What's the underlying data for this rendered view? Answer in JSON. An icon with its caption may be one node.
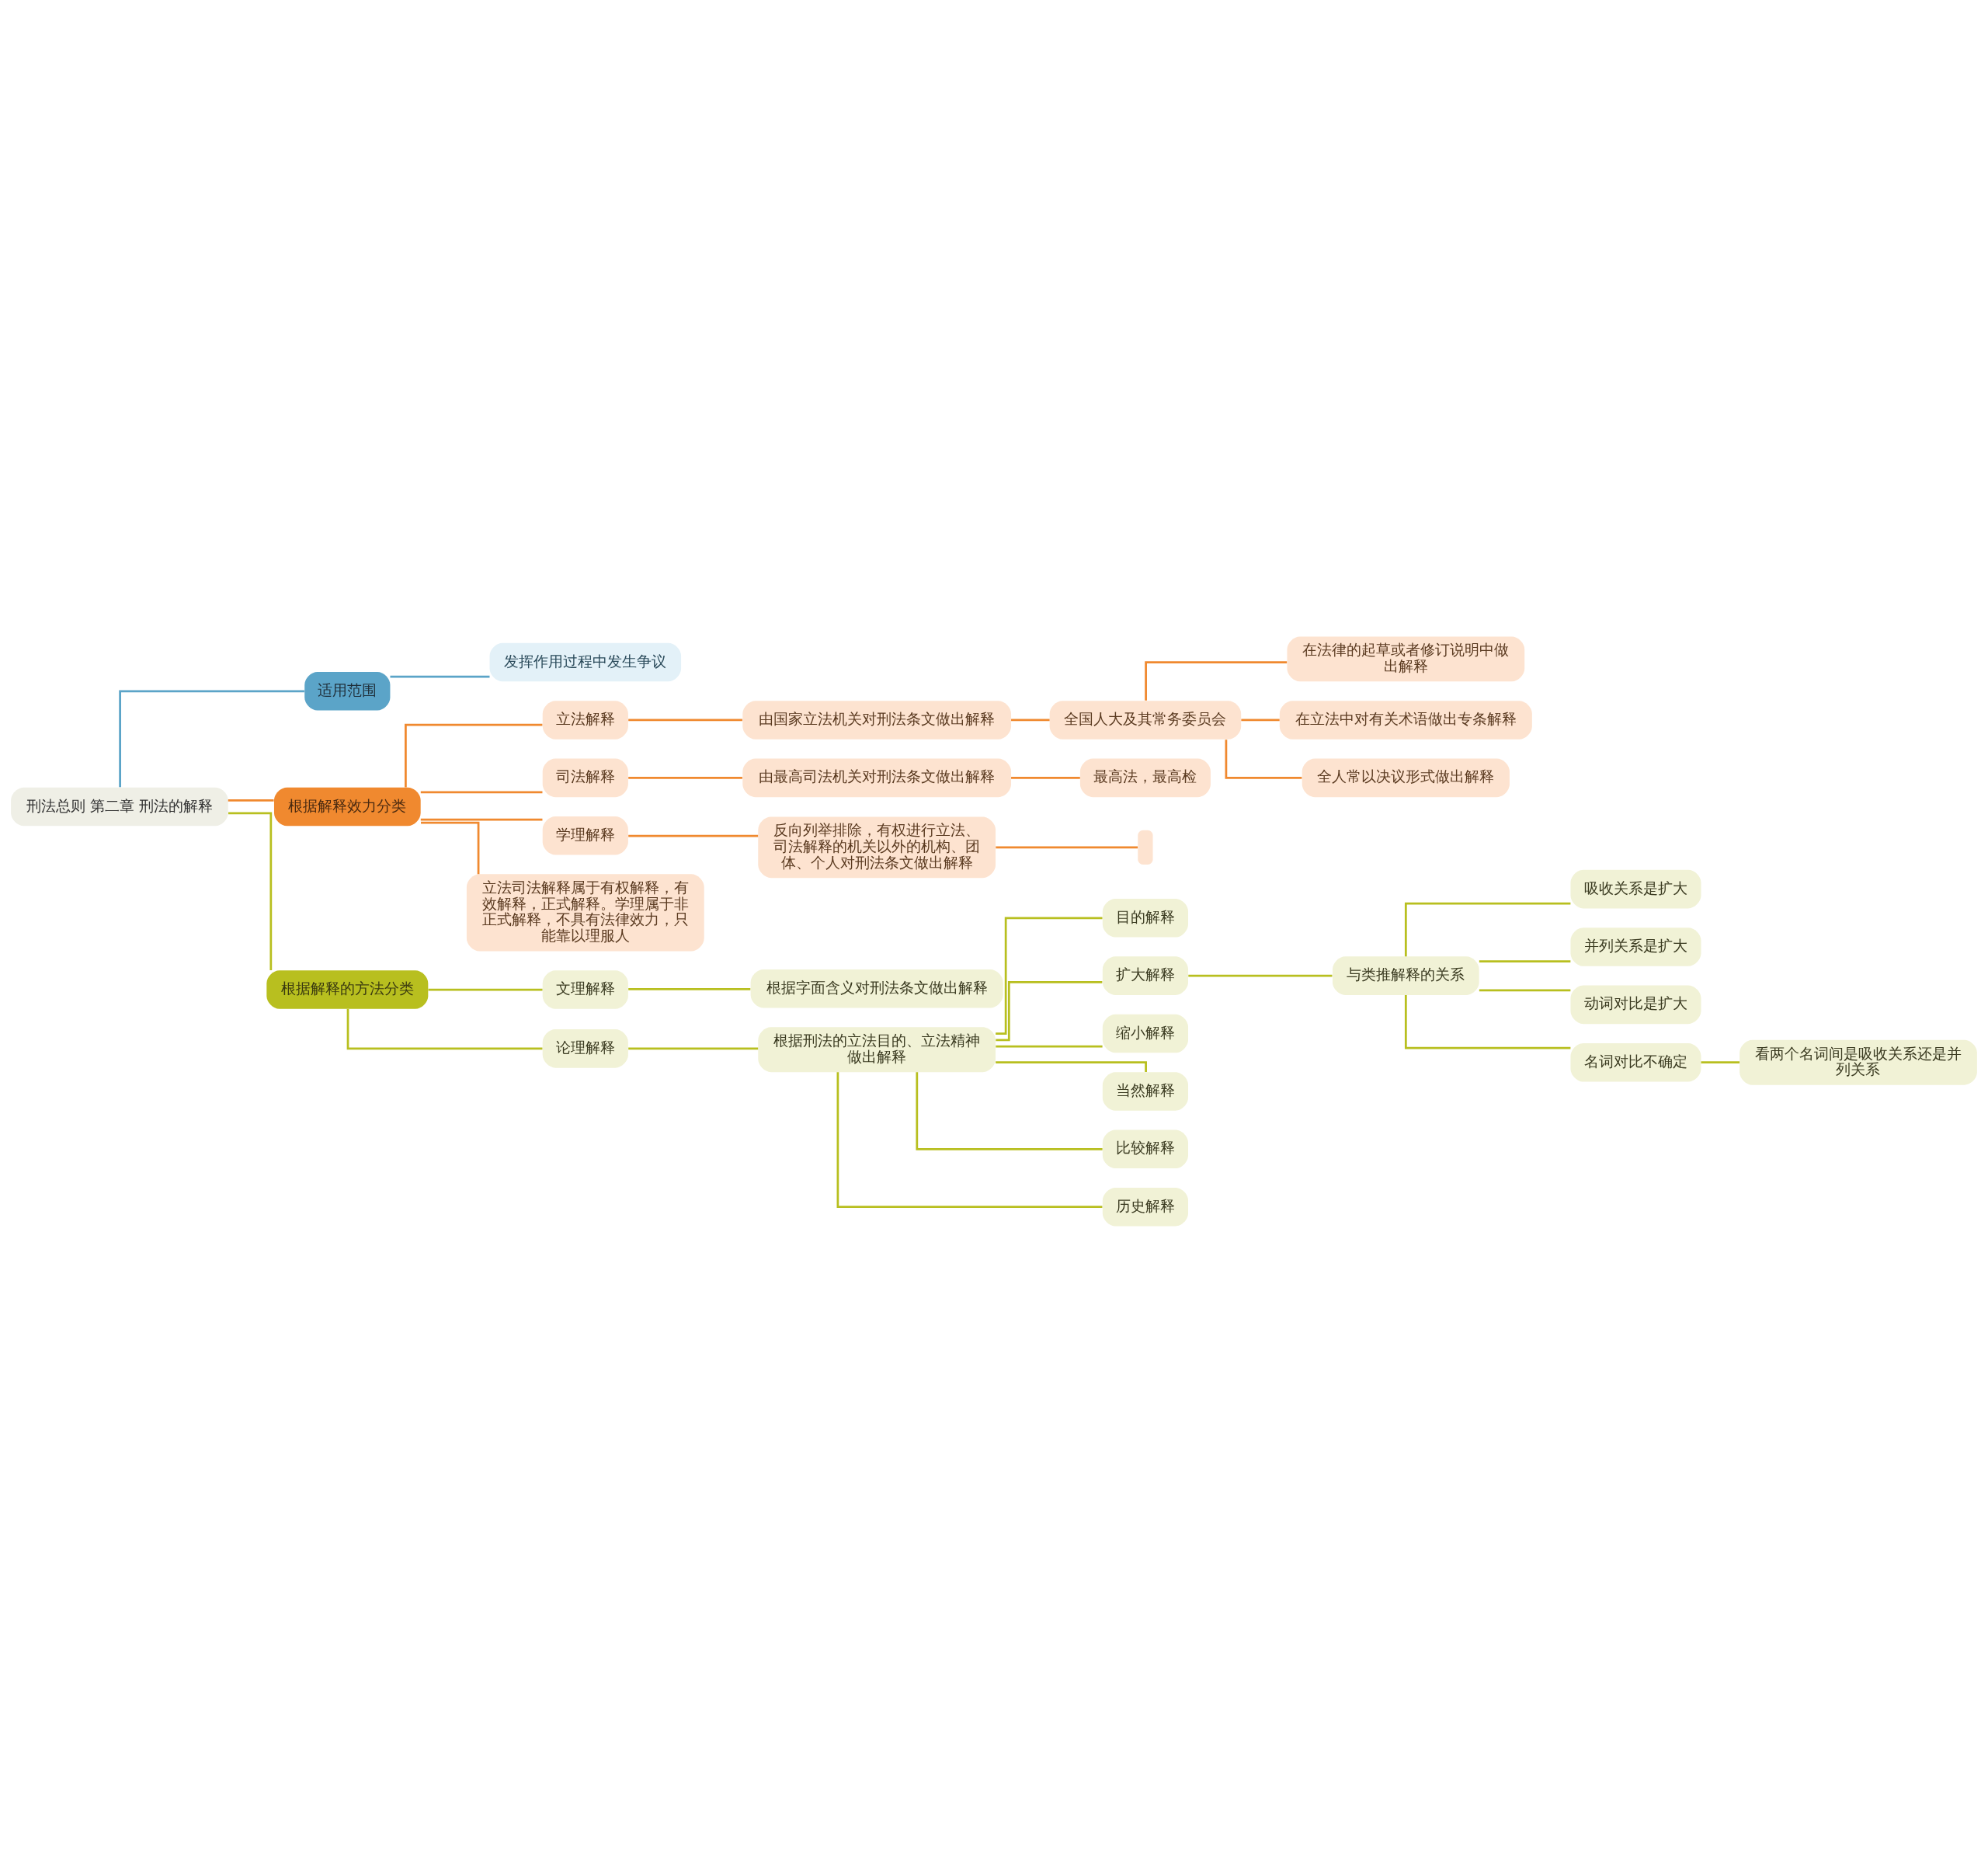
{
  "diagram": {
    "nodes": [
      {
        "text": [
          "刑法总则 第二章 刑法的解释"
        ]
      },
      {
        "text": [
          "适用范围"
        ]
      },
      {
        "text": [
          "发挥作用过程中发生争议"
        ]
      },
      {
        "text": [
          "根据解释效力分类"
        ]
      },
      {
        "text": [
          "立法解释"
        ]
      },
      {
        "text": [
          "由国家立法机关对刑法条文做出解释"
        ]
      },
      {
        "text": [
          "全国人大及其常务委员会"
        ]
      },
      {
        "text": [
          "在法律的起草或者修订说明中做出解释"
        ]
      },
      {
        "text": [
          "在立法中对有关术语做出专条解释"
        ]
      },
      {
        "text": [
          "全人常以决议形式做出解释"
        ]
      },
      {
        "text": [
          "司法解释"
        ]
      },
      {
        "text": [
          "由最高司法机关对刑法条文做出解释"
        ]
      },
      {
        "text": [
          "最高法，最高检"
        ]
      },
      {
        "text": [
          "学理解释"
        ]
      },
      {
        "text": [
          "反向列举排除，有权进行立法、司法解释的机关以外的机构、团体、个人对刑法条文做出解释"
        ]
      },
      {
        "text": [],
        "shape": "box"
      },
      {
        "text": [
          "立法司法解释属于有权解释，有效解释，正式解释。学理属于非正式解释，不具有法律效力，只能靠以理服人"
        ]
      },
      {
        "text": [
          "根据解释的方法分类"
        ]
      },
      {
        "text": [
          "文理解释"
        ]
      },
      {
        "text": [
          "根据字面含义对刑法条文做出解释"
        ]
      },
      {
        "text": [
          "论理解释"
        ]
      },
      {
        "text": [
          "根据刑法的立法目的、立法精神做出解释"
        ]
      },
      {
        "text": [
          "目的解释"
        ]
      },
      {
        "text": [
          "扩大解释"
        ]
      },
      {
        "text": [
          "与类推解释的关系"
        ]
      },
      {
        "text": [
          "吸收关系是扩大"
        ]
      },
      {
        "text": [
          "并列关系是扩大"
        ]
      },
      {
        "text": [
          "动词对比是扩大"
        ]
      },
      {
        "text": [
          "名词对比不确定"
        ]
      },
      {
        "text": [
          "看两个名词间是吸收关系还是并列关系"
        ]
      },
      {
        "text": [
          "缩小解释"
        ]
      },
      {
        "text": [
          "当然解释"
        ]
      },
      {
        "text": [
          "比较解释"
        ]
      },
      {
        "text": [
          "历史解释"
        ]
      }
    ],
    "edges": [
      {
        "from": 0,
        "to": 1,
        "arrow": "none",
        "color": "#5ba4c8"
      },
      {
        "from": 1,
        "to": 2,
        "arrow": "none",
        "color": "#5ba4c8"
      },
      {
        "from": 0,
        "to": 3,
        "arrow": "none",
        "color": "#f0892f"
      },
      {
        "from": 3,
        "to": 4,
        "arrow": "none",
        "color": "#f0892f"
      },
      {
        "from": 4,
        "to": 5,
        "arrow": "none",
        "color": "#f0892f"
      },
      {
        "from": 5,
        "to": 6,
        "arrow": "none",
        "color": "#f0892f"
      },
      {
        "from": 6,
        "to": 7,
        "arrow": "none",
        "color": "#f0892f"
      },
      {
        "from": 6,
        "to": 8,
        "arrow": "none",
        "color": "#f0892f"
      },
      {
        "from": 6,
        "to": 9,
        "arrow": "none",
        "color": "#f0892f"
      },
      {
        "from": 3,
        "to": 10,
        "arrow": "none",
        "color": "#f0892f"
      },
      {
        "from": 10,
        "to": 11,
        "arrow": "none",
        "color": "#f0892f"
      },
      {
        "from": 11,
        "to": 12,
        "arrow": "none",
        "color": "#f0892f"
      },
      {
        "from": 3,
        "to": 13,
        "arrow": "none",
        "color": "#f0892f"
      },
      {
        "from": 13,
        "to": 14,
        "arrow": "none",
        "color": "#f0892f"
      },
      {
        "from": 14,
        "to": 15,
        "arrow": "none",
        "color": "#f0892f"
      },
      {
        "from": 3,
        "to": 16,
        "arrow": "none",
        "color": "#f0892f"
      },
      {
        "from": 0,
        "to": 17,
        "arrow": "none"
      },
      {
        "from": 17,
        "to": 18,
        "arrow": "none"
      },
      {
        "from": 18,
        "to": 19,
        "arrow": "none"
      },
      {
        "from": 17,
        "to": 20,
        "arrow": "none"
      },
      {
        "from": 20,
        "to": 21,
        "arrow": "none"
      },
      {
        "from": 21,
        "to": 22,
        "arrow": "none"
      },
      {
        "from": 21,
        "to": 23,
        "arrow": "none"
      },
      {
        "from": 23,
        "to": 24,
        "arrow": "none"
      },
      {
        "from": 24,
        "to": 25,
        "arrow": "none"
      },
      {
        "from": 24,
        "to": 26,
        "arrow": "none"
      },
      {
        "from": 24,
        "to": 27,
        "arrow": "none"
      },
      {
        "from": 24,
        "to": 28,
        "arrow": "none"
      },
      {
        "from": 28,
        "to": 29,
        "arrow": "none"
      },
      {
        "from": 21,
        "to": 30,
        "arrow": "none"
      },
      {
        "from": 21,
        "to": 31,
        "arrow": "none"
      },
      {
        "from": 21,
        "to": 32,
        "arrow": "none"
      },
      {
        "from": 21,
        "to": 33,
        "arrow": "none"
      }
    ]
  }
}
